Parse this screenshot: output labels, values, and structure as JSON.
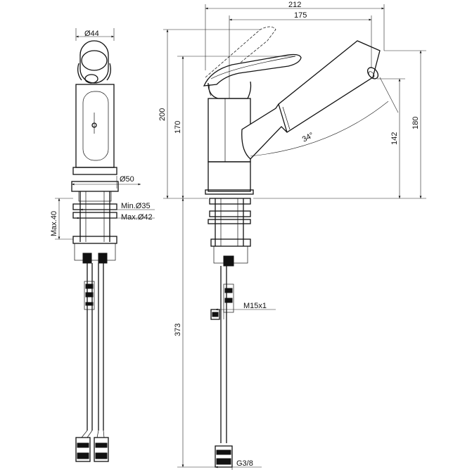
{
  "labels": {
    "width_212": "212",
    "width_175": "175",
    "dia_44": "Ø44",
    "dia_50": "Ø50",
    "height_200": "200",
    "height_170": "170",
    "height_180": "180",
    "height_142": "142",
    "angle_34": "34°",
    "min_dia_35": "Min.Ø35",
    "max_dia_42": "Max.Ø42",
    "max_40": "Max.40",
    "length_373": "373",
    "thread_m15": "M15x1",
    "thread_g38": "G3/8"
  },
  "colors": {
    "line": "#111111",
    "background": "#ffffff"
  }
}
